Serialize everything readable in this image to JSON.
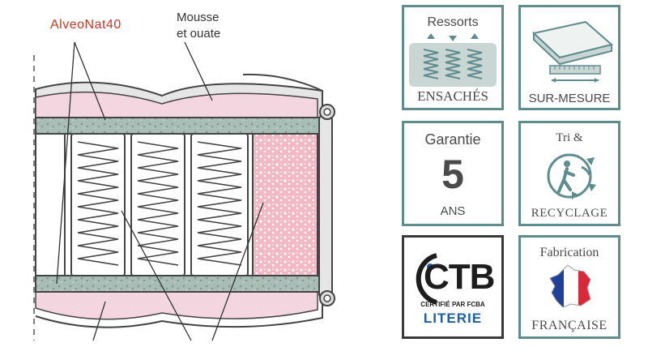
{
  "diagram": {
    "brand_label": "AlveoNat40",
    "foam_label_line1": "Mousse",
    "foam_label_line2": "et ouate"
  },
  "badges": {
    "ressorts": {
      "top": "Ressorts",
      "bottom": "ENSACHÉS"
    },
    "sur_mesure": {
      "bottom": "SUR-MESURE"
    },
    "garantie": {
      "top": "Garantie",
      "number": "5",
      "bottom": "ANS"
    },
    "recyclage": {
      "top": "Tri &",
      "bottom": "RECYCLAGE"
    },
    "ctb": {
      "logo": "CTB",
      "sub": "CERTIFIÉ PAR FCBA",
      "bottom": "LITERIE"
    },
    "fabrication": {
      "top": "Fabrication",
      "bottom": "FRANÇAISE"
    }
  },
  "colors": {
    "teal_border": "#5f8d8d",
    "pink_layer": "#f3d6e0",
    "foam_pink": "#f2b8c6",
    "gray_green_layer": "#a9bcb6",
    "ctb_blue": "#1d5fa8",
    "brand_red": "#c0392b",
    "flag_blue": "#1f3f9a",
    "flag_red": "#d8283a"
  }
}
